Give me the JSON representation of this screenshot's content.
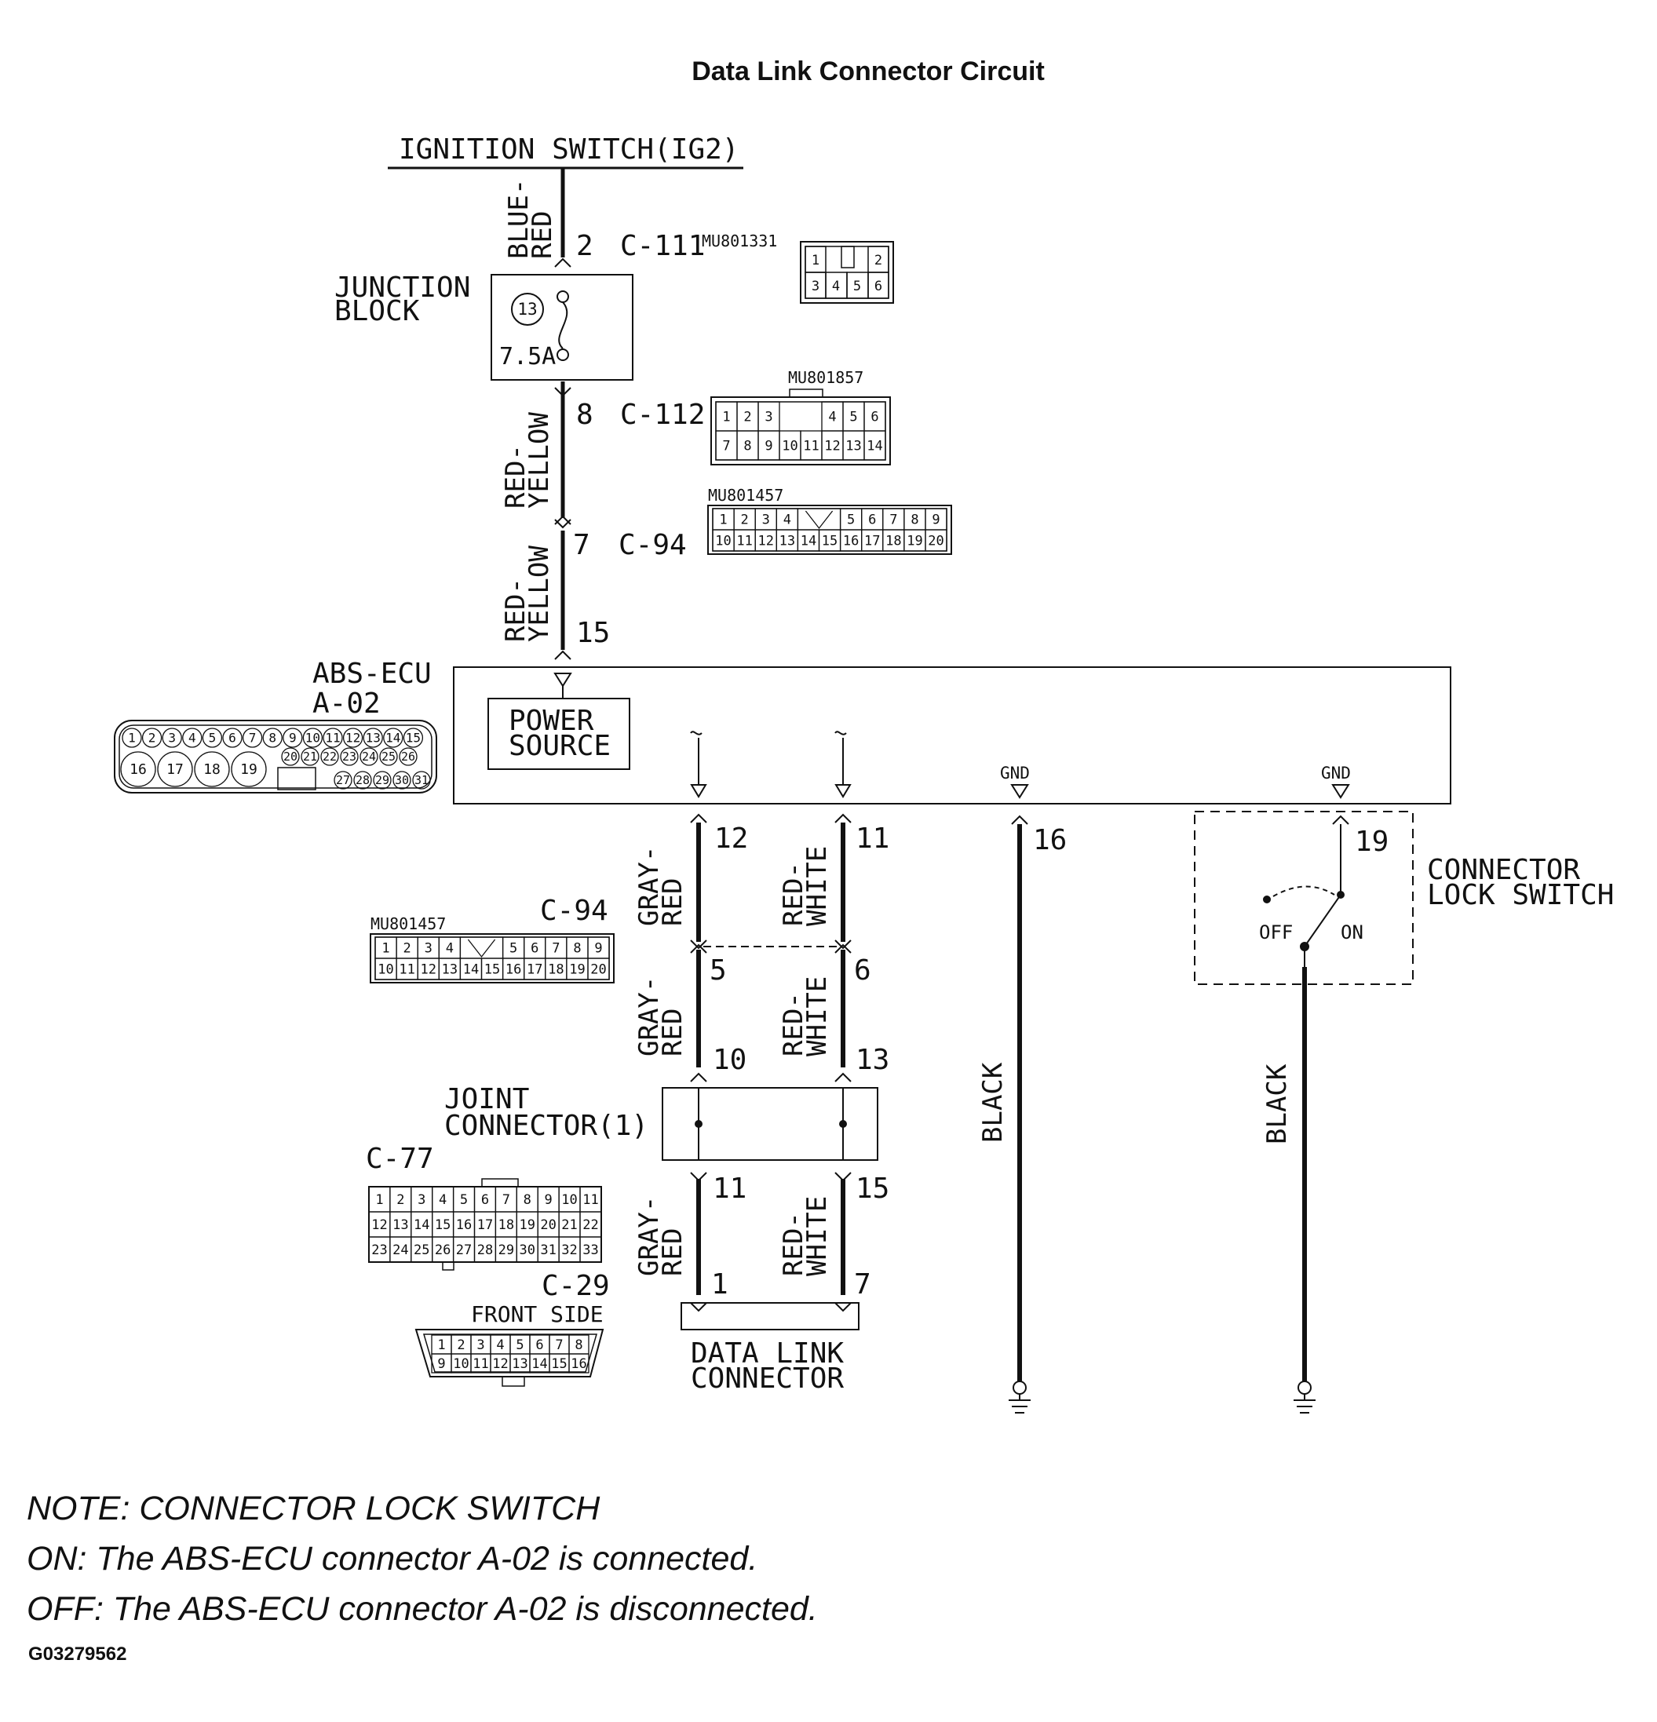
{
  "title": "Data Link Connector Circuit",
  "ignition": {
    "label": "IGNITION SWITCH(IG2)"
  },
  "junction_block": {
    "label_line1": "JUNCTION",
    "label_line2": "BLOCK",
    "fuse_number": "13",
    "fuse_rating": "7.5A"
  },
  "wires": {
    "blue_red": [
      "BLUE-",
      "RED"
    ],
    "red_yellow": [
      "RED-",
      "YELLOW"
    ],
    "gray_red": [
      "GRAY-",
      "RED"
    ],
    "red_white": [
      "RED-",
      "WHITE"
    ],
    "black": "BLACK"
  },
  "connectors": {
    "c111": {
      "name": "C-111",
      "part": "MU801331",
      "pins": [
        "1",
        "2",
        "3",
        "4",
        "5",
        "6"
      ]
    },
    "c112": {
      "name": "C-112",
      "part": "MU801857",
      "pins": [
        "1",
        "2",
        "3",
        "4",
        "5",
        "6",
        "7",
        "8",
        "9",
        "10",
        "11",
        "12",
        "13",
        "14"
      ]
    },
    "c94": {
      "name": "C-94",
      "part": "MU801457",
      "pins": [
        "1",
        "2",
        "3",
        "4",
        "5",
        "6",
        "7",
        "8",
        "9",
        "10",
        "11",
        "12",
        "13",
        "14",
        "15",
        "16",
        "17",
        "18",
        "19",
        "20"
      ]
    },
    "c77": {
      "name": "C-77",
      "pins": [
        "1",
        "2",
        "3",
        "4",
        "5",
        "6",
        "7",
        "8",
        "9",
        "10",
        "11",
        "12",
        "13",
        "14",
        "15",
        "16",
        "17",
        "18",
        "19",
        "20",
        "21",
        "22",
        "23",
        "24",
        "25",
        "26",
        "27",
        "28",
        "29",
        "30",
        "31",
        "32",
        "33"
      ]
    },
    "c29": {
      "name": "C-29",
      "side": "FRONT SIDE",
      "pins": [
        "1",
        "2",
        "3",
        "4",
        "5",
        "6",
        "7",
        "8",
        "9",
        "10",
        "11",
        "12",
        "13",
        "14",
        "15",
        "16"
      ]
    },
    "a02": {
      "name": "A-02",
      "pins": [
        "1",
        "2",
        "3",
        "4",
        "5",
        "6",
        "7",
        "8",
        "9",
        "10",
        "11",
        "12",
        "13",
        "14",
        "15",
        "16",
        "17",
        "18",
        "19",
        "20",
        "21",
        "22",
        "23",
        "24",
        "25",
        "26",
        "27",
        "28",
        "29",
        "30",
        "31"
      ]
    }
  },
  "pin_numbers": {
    "c111_pin": "2",
    "c112_pin": "8",
    "c94_upper_pin": "7",
    "ecu_power_pin": "15",
    "ecu_gray_pin": "12",
    "ecu_white_pin": "11",
    "ecu_gnd_pin": "16",
    "switch_pin": "19",
    "c94_gray_pin": "5",
    "c94_white_pin": "6",
    "jc_gray_in": "10",
    "jc_white_in": "13",
    "jc_gray_out": "11",
    "jc_white_out": "15",
    "dlc_gray": "1",
    "dlc_white": "7"
  },
  "abs_ecu": {
    "label": "ABS-ECU",
    "power_source_line1": "POWER",
    "power_source_line2": "SOURCE",
    "gnd_label": "GND"
  },
  "joint_connector": {
    "line1": "JOINT",
    "line2": "CONNECTOR(1)"
  },
  "data_link_connector": {
    "line1": "DATA LINK",
    "line2": "CONNECTOR"
  },
  "lock_switch": {
    "line1": "CONNECTOR",
    "line2": "LOCK SWITCH",
    "off": "OFF",
    "on": "ON"
  },
  "notes": [
    "NOTE: CONNECTOR LOCK SWITCH",
    "ON: The ABS-ECU connector A-02 is connected.",
    "OFF: The ABS-ECU connector A-02 is disconnected."
  ],
  "figure_id": "G03279562"
}
